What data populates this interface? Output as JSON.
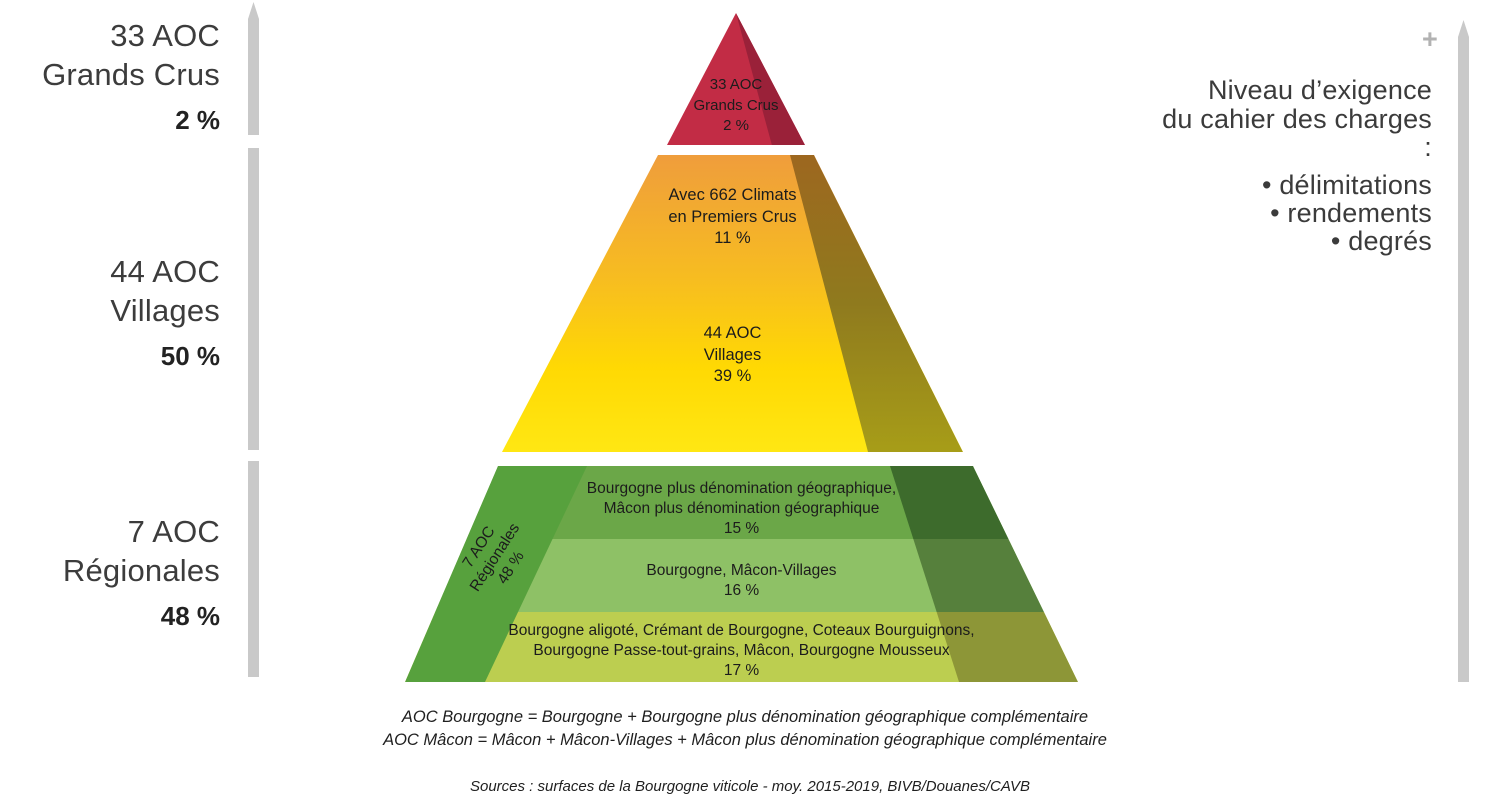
{
  "left_labels": [
    {
      "line1": "33 AOC",
      "line2": "Grands Crus",
      "percent": "2 %"
    },
    {
      "line1": "44 AOC",
      "line2": "Villages",
      "percent": "50 %"
    },
    {
      "line1": "7 AOC",
      "line2": "Régionales",
      "percent": "48 %"
    }
  ],
  "pyramid": {
    "grands_crus": {
      "lines": [
        "33 AOC",
        "Grands Crus",
        "2 %"
      ],
      "color": "#c22c45",
      "shadow_color": "#9a2139"
    },
    "premiers_crus": {
      "lines": [
        "Avec 662 Climats",
        "en Premiers Crus",
        "11 %"
      ]
    },
    "villages": {
      "lines": [
        "44 AOC",
        "Villages",
        "39 %"
      ],
      "gradient_top": "#ef9d3c",
      "gradient_bottom": "#ffe713",
      "shadow_top": "#9d671f",
      "shadow_bottom": "#a79d18"
    },
    "regionales": {
      "side_rotated_label": {
        "lines": [
          "7 AOC",
          "Régionales",
          "48 %"
        ]
      },
      "left_strip_color": "#57a13d",
      "bands": [
        {
          "lines": [
            "Bourgogne plus dénomination géographique,",
            "Mâcon plus dénomination géographique",
            "15 %"
          ],
          "color": "#6ba748",
          "shadow_color": "#3d6b2c"
        },
        {
          "lines": [
            "Bourgogne, Mâcon-Villages",
            "16 %"
          ],
          "color": "#8ec166",
          "shadow_color": "#56803c"
        },
        {
          "lines": [
            "Bourgogne aligoté, Crémant de Bourgogne, Coteaux Bourguignons,",
            "Bourgogne Passe-tout-grains, Mâcon, Bourgogne Mousseux",
            "17 %"
          ],
          "color": "#bcce50",
          "shadow_color": "#8d9637"
        }
      ]
    }
  },
  "right_panel": {
    "plus": "+",
    "title_line1": "Niveau d’exigence",
    "title_line2": "du cahier des charges",
    "colon": ":",
    "bullets": [
      "• délimitations",
      "• rendements",
      "• degrés"
    ]
  },
  "footnotes": {
    "lines": [
      "AOC Bourgogne = Bourgogne + Bourgogne plus dénomination géographique complémentaire",
      "AOC Mâcon = Mâcon + Mâcon-Villages + Mâcon plus dénomination géographique complémentaire"
    ]
  },
  "source": "Sources : surfaces de la Bourgogne viticole - moy. 2015-2019, BIVB/Douanes/CAVB",
  "colors": {
    "bar_gray": "#c9c9c9",
    "plus_gray": "#b2b2b2",
    "text_dark": "#1c1c1c",
    "label_gray": "#3c3c3c"
  }
}
